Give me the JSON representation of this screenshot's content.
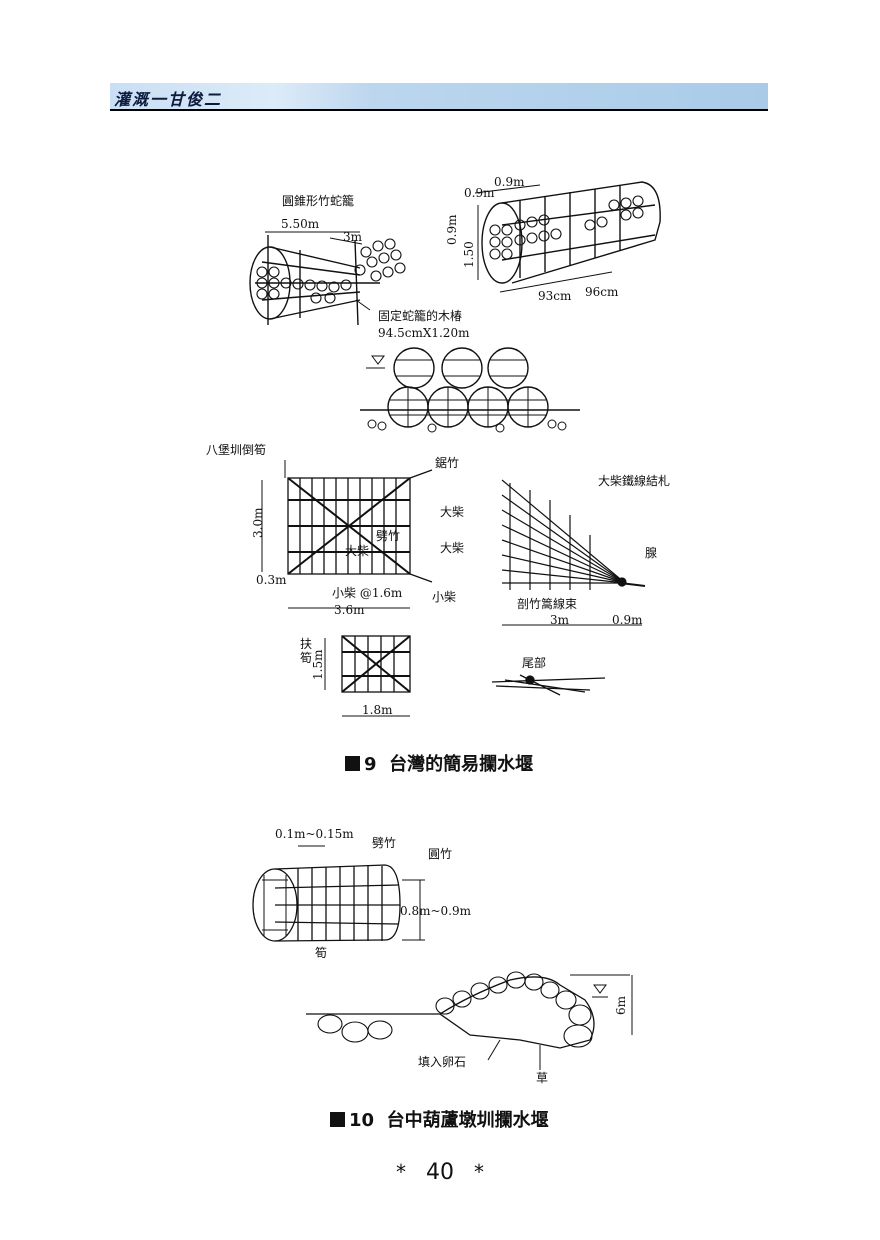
{
  "header": {
    "title": "灌溉一甘俊二"
  },
  "figure9": {
    "caption_num": "9",
    "caption_text": "台灣的簡易攔水堰",
    "labels": {
      "cone_title": "圓錐形竹蛇籠",
      "len_550": "5.50m",
      "len_3m": "3m",
      "stake1": "固定蛇籠的木椿",
      "stake2": "94.5cmX1.20m",
      "d09a": "0.9m",
      "d09b": "0.9m",
      "d09c": "0.9m",
      "d150": "1.50",
      "d93": "93cm",
      "d96": "96cm",
      "eight": "八堡圳倒筍",
      "jiazhu": "鋸竹",
      "dachai1": "大柴",
      "dachai2": "大柴",
      "dachai3": "大柴",
      "pizhu": "劈竹",
      "h30": "3.0m",
      "h03": "0.3m",
      "xiaochai": "小柴 @1.6m",
      "xiaochai2": "小柴",
      "w36": "3.6m",
      "wire": "大柴鐵線結札",
      "joint": "腺",
      "bundle": "剖竹篙線束",
      "w3m": "3m",
      "w09": "0.9m",
      "fusun1": "扶",
      "fusun2": "筍",
      "h15": "1.5m",
      "w18": "1.8m",
      "tail": "尾部"
    }
  },
  "figure10": {
    "caption_num": "10",
    "caption_text": "台中葫蘆墩圳攔水堰",
    "labels": {
      "spacing": "0.1m~0.15m",
      "pizhu": "劈竹",
      "yuanzhu": "圓竹",
      "height": "0.8m~0.9m",
      "sun": "筍",
      "h6m": "6m",
      "fill": "填入卵石",
      "grass": "草"
    }
  },
  "page": {
    "number": "40",
    "star": "*"
  }
}
